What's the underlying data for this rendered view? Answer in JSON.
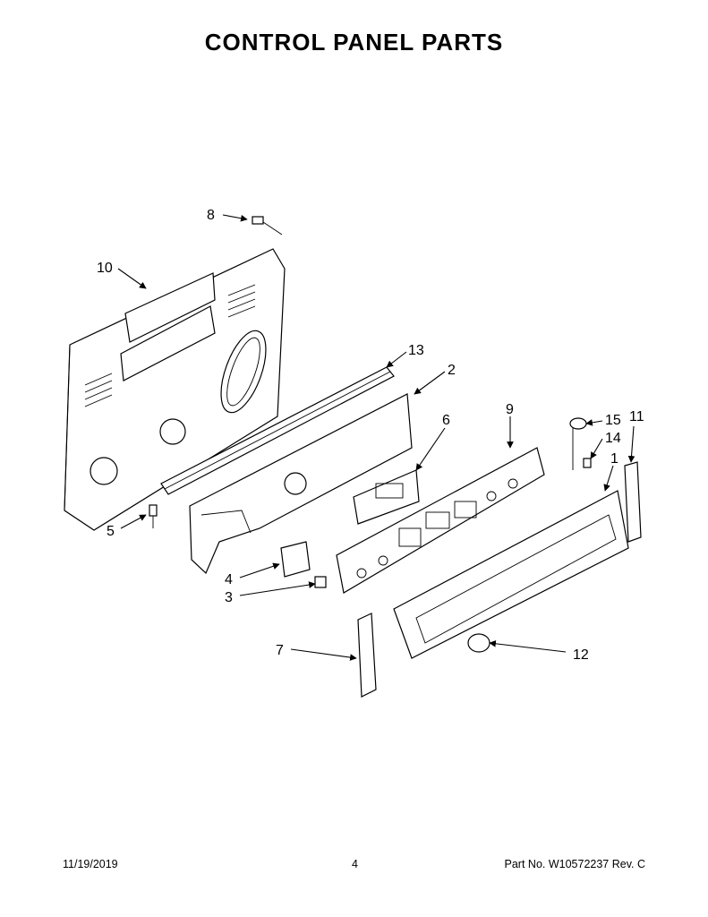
{
  "page": {
    "title": "CONTROL PANEL PARTS",
    "footer_date": "11/19/2019",
    "footer_page": "4",
    "footer_part": "Part No.  W10572237  Rev.  C"
  },
  "callouts": {
    "c1": "1",
    "c2": "2",
    "c3": "3",
    "c4": "4",
    "c5": "5",
    "c6": "6",
    "c7": "7",
    "c8": "8",
    "c9": "9",
    "c10": "10",
    "c11": "11",
    "c12": "12",
    "c13": "13",
    "c14": "14",
    "c15": "15"
  }
}
